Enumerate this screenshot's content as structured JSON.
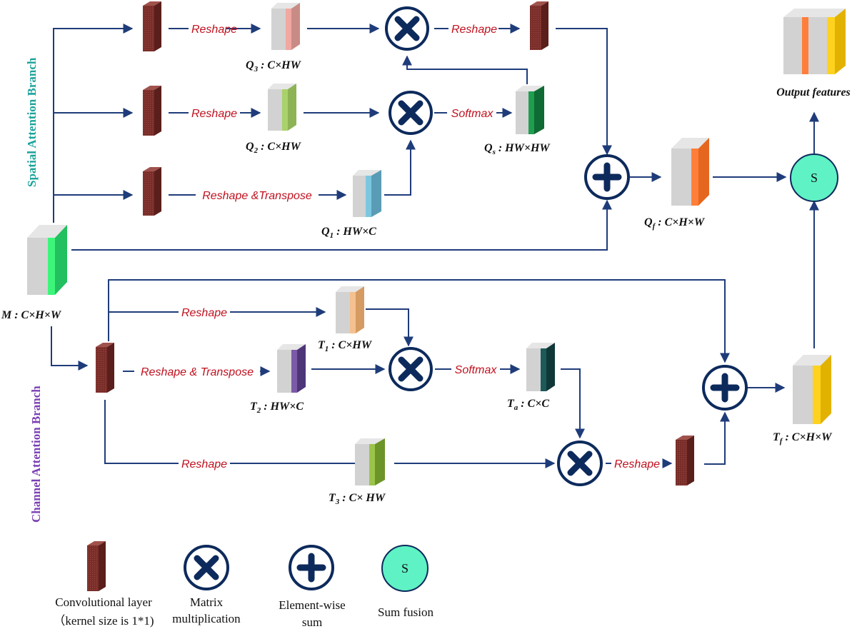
{
  "branches": {
    "spatial": {
      "label": "Spatial Attention Branch",
      "color": "#1aa39a"
    },
    "channel": {
      "label": "Channel Attention Branch",
      "color": "#7b3fb4"
    }
  },
  "operations": {
    "reshape": "Reshape",
    "reshape_transpose_spatial": "Reshape &Transpose",
    "reshape_transpose_channel": "Reshape & Transpose",
    "softmax": "Softmax"
  },
  "tensors": {
    "m": {
      "main": "M : C×H×W",
      "color": "#3df57a"
    },
    "q3": {
      "sym": "Q",
      "sub": "3",
      "rest": " : C×HW",
      "color": "#f0a8a0"
    },
    "q2": {
      "sym": "Q",
      "sub": "2",
      "rest": " : C×HW",
      "color": "#a9d26a"
    },
    "q1": {
      "sym": "Q",
      "sub": "1",
      "rest": " : HW×C",
      "color": "#7cc7e0"
    },
    "qs": {
      "sym": "Q",
      "sub": "s",
      "rest": " : HW×HW",
      "color": "#1f9e4f"
    },
    "qf": {
      "sym": "Q",
      "sub": "f",
      "rest": " : C×H×W",
      "color": "#ff7f3a"
    },
    "t1": {
      "sym": "T",
      "sub": "1",
      "rest": " : C×HW",
      "color": "#f5c08f"
    },
    "t2": {
      "sym": "T",
      "sub": "2",
      "rest": " : HW×C",
      "color": "#7b5aa8"
    },
    "ta": {
      "sym": "T",
      "sub": "a",
      "rest": " : C×C",
      "color": "#1d5a5a"
    },
    "t3": {
      "sym": "T",
      "sub": "3",
      "rest": " : C× HW",
      "color": "#9bc44a"
    },
    "tf": {
      "sym": "T",
      "sub": "f",
      "rest": " : C×H×W",
      "color": "#ffd21f"
    }
  },
  "output": {
    "label": "Output features"
  },
  "sum_fusion_symbol": "S",
  "legend": {
    "conv": [
      "Convolutional layer",
      "（kernel size is 1*1)"
    ],
    "matmul": [
      "Matrix",
      "multiplication"
    ],
    "elementwise": [
      "Element-wise",
      "sum"
    ],
    "sumfusion": [
      "Sum fusion"
    ]
  },
  "colors": {
    "arrow": "#1f3c7a",
    "conv": "#7a2e2a",
    "operator_fill": "#ffffff",
    "operator_stroke": "#0d2a5c",
    "sum_fusion_fill": "#5ff2c4",
    "label_red": "#c0111f"
  }
}
